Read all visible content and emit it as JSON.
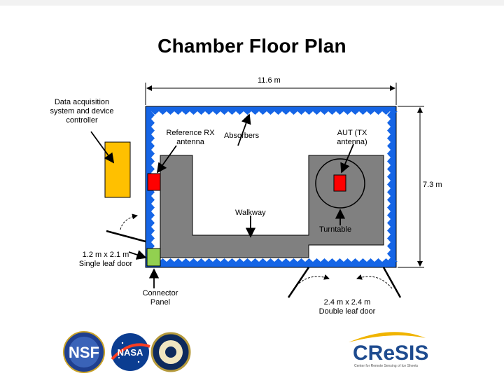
{
  "title": "Chamber Floor Plan",
  "dimensions": {
    "width": "11.6 m",
    "height": "7.3 m"
  },
  "labels": {
    "daq": "Data acquisition system and device controller",
    "ref_rx": "Reference RX antenna",
    "absorbers": "Absorbers",
    "aut": "AUT (TX antenna)",
    "walkway": "Walkway",
    "turntable": "Turntable",
    "single_door": "1.2 m x 2.1 m Single leaf door",
    "connector": "Connector Panel",
    "double_door": "2.4 m x 2.4 m Double leaf door"
  },
  "logos": {
    "nsf": "NSF",
    "nasa": "NASA",
    "cresis": "CReSIS",
    "cresis_tagline": "Center for Remote Sensing of Ice Sheets"
  },
  "colors": {
    "wall": "#1565e6",
    "absorber": "#ffffff",
    "floor": "#808080",
    "daq": "#ffc000",
    "antenna": "#ff0000",
    "connector": "#92d050"
  }
}
